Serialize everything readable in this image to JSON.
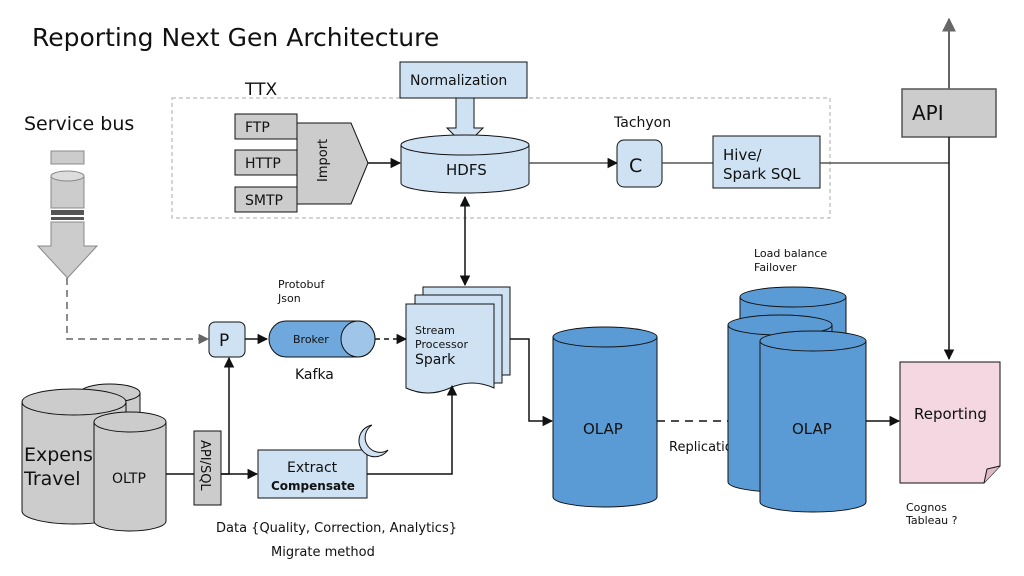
{
  "title": "Reporting Next Gen Architecture",
  "ttx_label": "TTX",
  "service_bus": {
    "label": "Service bus"
  },
  "protocols": [
    "FTP",
    "HTTP",
    "SMTP"
  ],
  "import_label": "Import",
  "normalization_label": "Normalization",
  "hdfs_label": "HDFS",
  "tachyon": {
    "label": "Tachyon",
    "node": "C"
  },
  "hive": {
    "line1": "Hive/",
    "line2": "Spark SQL"
  },
  "api_label": "API",
  "protobuf": {
    "line1": "Protobuf",
    "line2": "Json"
  },
  "p_node": "P",
  "broker": {
    "label": "Broker",
    "caption": "Kafka"
  },
  "stream": {
    "line1": "Stream",
    "line2": "Processor",
    "line3": "Spark"
  },
  "olap_label": "OLAP",
  "olap_cluster_label": "OLAP",
  "replication_label": "Replication",
  "load_balance": {
    "line1": "Load balance",
    "line2": "Failover"
  },
  "reporting": {
    "label": "Reporting",
    "tools_line1": "Cognos",
    "tools_line2": "Tableau ?"
  },
  "expense": {
    "line1": "Expense",
    "line2": "Travel"
  },
  "oltp_label": "OLTP",
  "api_sql_label": "API/SQL",
  "extract": {
    "line1": "Extract",
    "line2": "Compensate"
  },
  "data_quality": "Data {Quality, Correction, Analytics}",
  "migrate_method": "Migrate method",
  "colors": {
    "light_blue": "#cfe2f3",
    "mid_blue": "#6fa8dc",
    "olap_blue": "#5b9bd5",
    "gray": "#cccccc",
    "pink": "#f4d7e0",
    "stroke": "#111111"
  }
}
